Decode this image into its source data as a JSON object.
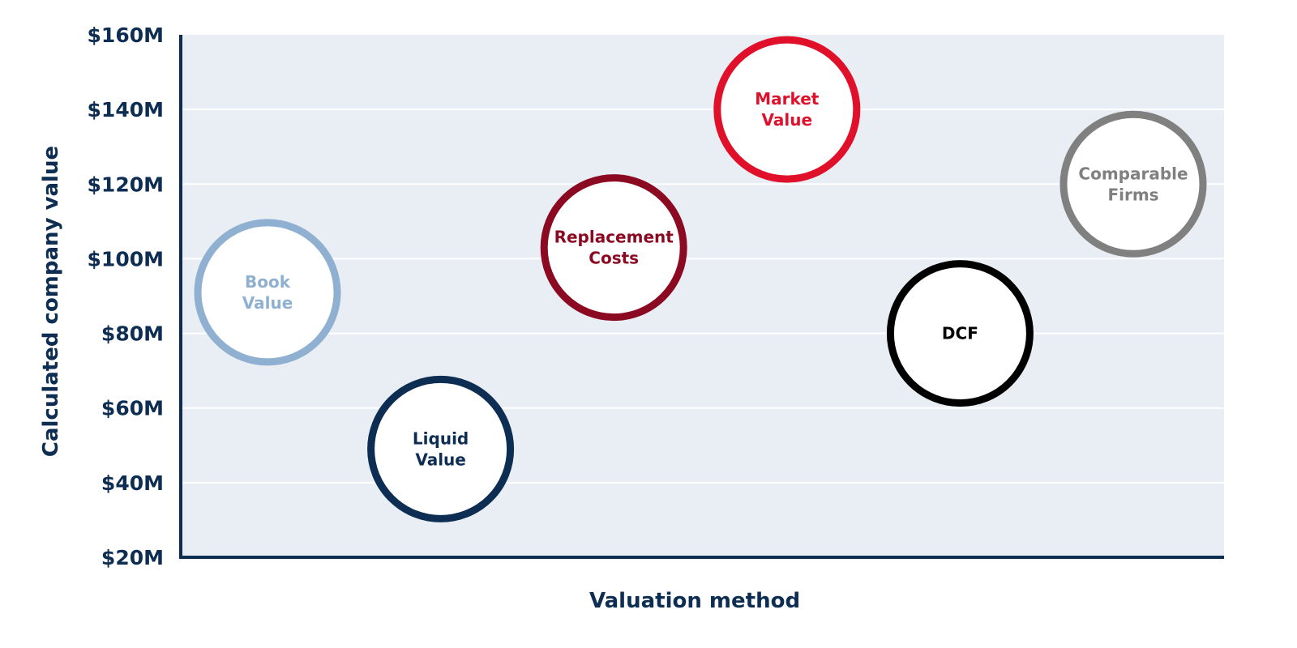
{
  "chart_data": {
    "type": "scatter",
    "xlabel": "Valuation method",
    "ylabel": "Calculated company value",
    "ylim": [
      20,
      160
    ],
    "yticks": [
      {
        "value": 160,
        "label": "$160M"
      },
      {
        "value": 140,
        "label": "$140M"
      },
      {
        "value": 120,
        "label": "$120M"
      },
      {
        "value": 100,
        "label": "$100M"
      },
      {
        "value": 80,
        "label": "$80M"
      },
      {
        "value": 60,
        "label": "$60M"
      },
      {
        "value": 40,
        "label": "$40M"
      },
      {
        "value": 20,
        "label": "$20M"
      }
    ],
    "grid": true,
    "points": [
      {
        "label": "Book Value",
        "lines": [
          "Book",
          "Value"
        ],
        "y": 91,
        "color": "#8fb0d1"
      },
      {
        "label": "Liquid Value",
        "lines": [
          "Liquid",
          "Value"
        ],
        "y": 49,
        "color": "#0d2d52"
      },
      {
        "label": "Replacement Costs",
        "lines": [
          "Replacement",
          "Costs"
        ],
        "y": 103,
        "color": "#8b0a22"
      },
      {
        "label": "Market Value",
        "lines": [
          "Market",
          "Value"
        ],
        "y": 140,
        "color": "#e0102b"
      },
      {
        "label": "DCF",
        "lines": [
          "DCF"
        ],
        "y": 80,
        "color": "#000000"
      },
      {
        "label": "Comparable Firms",
        "lines": [
          "Comparable",
          "Firms"
        ],
        "y": 120,
        "color": "#808080"
      }
    ]
  },
  "colors": {
    "plot_background": "#e8eef4",
    "gridline": "#ffffff",
    "axis": "#0d2d52"
  }
}
